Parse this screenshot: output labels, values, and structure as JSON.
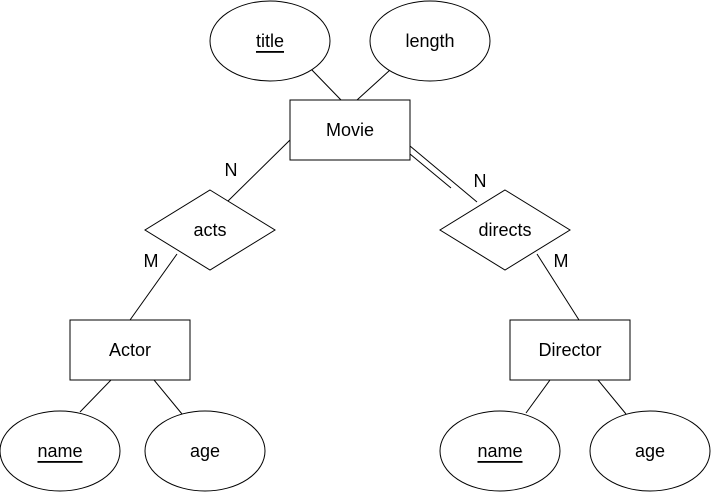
{
  "entities": {
    "movie": "Movie",
    "actor": "Actor",
    "director": "Director"
  },
  "relationships": {
    "acts": "acts",
    "directs": "directs"
  },
  "attributes": {
    "movie_title": "title",
    "movie_length": "length",
    "actor_name": "name",
    "actor_age": "age",
    "director_name": "name",
    "director_age": "age"
  },
  "cardinalities": {
    "acts_movie": "N",
    "acts_actor": "M",
    "directs_movie": "N",
    "directs_director": "M"
  },
  "key_attributes": [
    "movie_title",
    "actor_name",
    "director_name"
  ]
}
